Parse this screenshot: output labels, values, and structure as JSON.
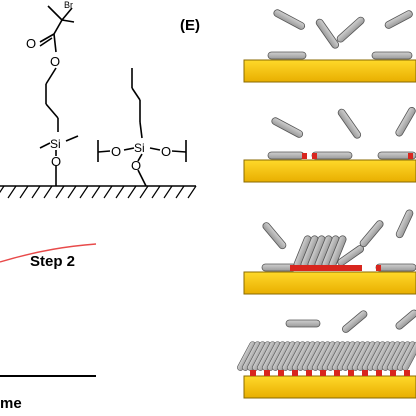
{
  "left_panel": {
    "molecule_labels": {
      "bromine": "Br",
      "silicon_1": "Si",
      "silicon_2": "Si",
      "oxygen_ester_carbonyl": "O",
      "oxygen_ester_chain": "O",
      "oxygen_surface_1": "O",
      "oxygen_side_left": "O",
      "oxygen_side_right": "O",
      "oxygen_surface_2": "O"
    },
    "graph": {
      "step_label": "Step 2",
      "x_axis_label_partial": "me",
      "curve_color": "#e84a4a"
    }
  },
  "right_panel": {
    "panel_label": "(E)",
    "substrate_color": "#f5c400",
    "rod_color": "#b5b5b5",
    "anchor_color": "#d8261e",
    "stage_count": 4
  }
}
